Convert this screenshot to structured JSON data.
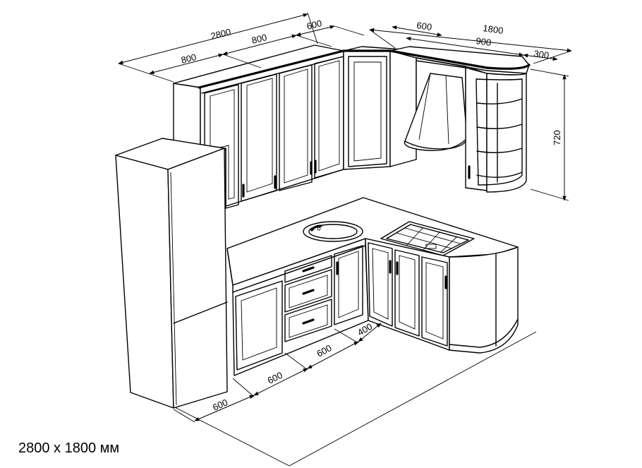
{
  "caption": "2800 x 1800 мм",
  "dimensions": {
    "top_total_left": "2800",
    "top_seg_800_a": "800",
    "top_seg_800_b": "800",
    "top_seg_600": "600",
    "right_total": "1800",
    "right_seg_600": "600",
    "right_seg_900": "900",
    "right_seg_300": "300",
    "height_720": "720",
    "floor_600_a": "600",
    "floor_600_b": "600",
    "floor_600_c": "600",
    "floor_400": "400"
  }
}
